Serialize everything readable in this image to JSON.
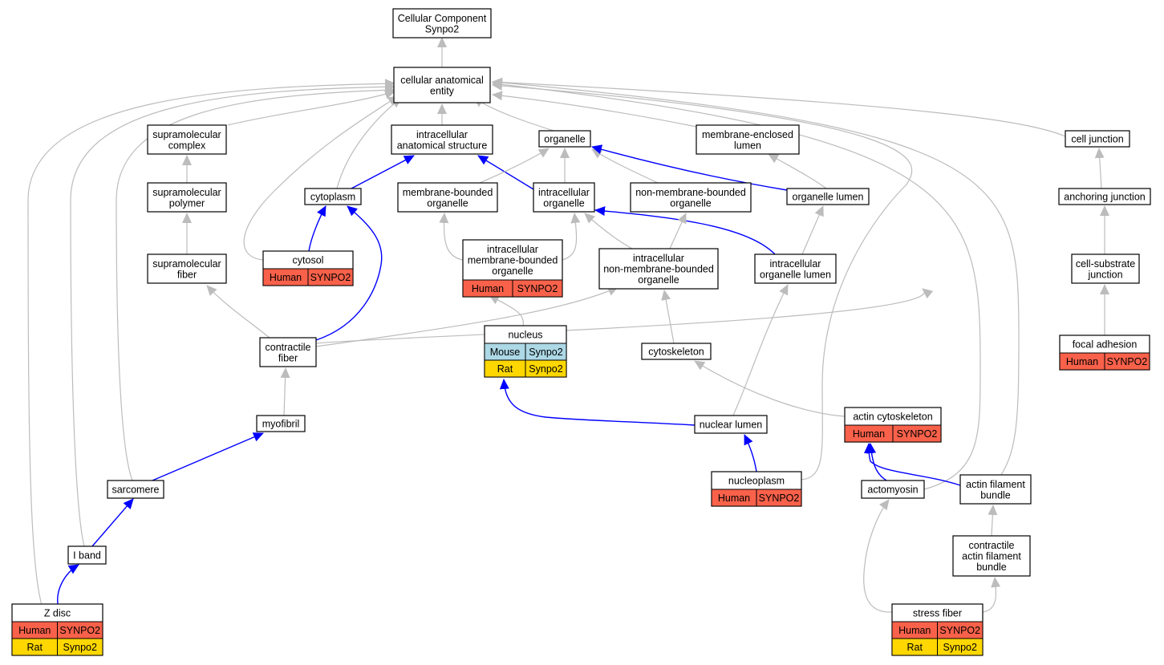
{
  "colors": {
    "gray_edge": "#bcbcbc",
    "blue_edge": "#0000ff",
    "human": "#f9614a",
    "mouse": "#add8e6",
    "rat": "#ffd700",
    "node_border": "#000000",
    "node_fill": "#ffffff"
  },
  "nodes": [
    {
      "id": "root",
      "lines": [
        "Cellular Component",
        "Synpo2"
      ],
      "annotations": []
    },
    {
      "id": "cae",
      "lines": [
        "cellular anatomical",
        "entity"
      ],
      "annotations": []
    },
    {
      "id": "supcomplex",
      "lines": [
        "supramolecular",
        "complex"
      ],
      "annotations": []
    },
    {
      "id": "ias",
      "lines": [
        "intracellular",
        "anatomical structure"
      ],
      "annotations": []
    },
    {
      "id": "organelle",
      "lines": [
        "organelle"
      ],
      "annotations": []
    },
    {
      "id": "mel",
      "lines": [
        "membrane-enclosed",
        "lumen"
      ],
      "annotations": []
    },
    {
      "id": "celljunction",
      "lines": [
        "cell junction"
      ],
      "annotations": []
    },
    {
      "id": "suppolymer",
      "lines": [
        "supramolecular",
        "polymer"
      ],
      "annotations": []
    },
    {
      "id": "cytoplasm",
      "lines": [
        "cytoplasm"
      ],
      "annotations": []
    },
    {
      "id": "mbo",
      "lines": [
        "membrane-bounded",
        "organelle"
      ],
      "annotations": []
    },
    {
      "id": "io",
      "lines": [
        "intracellular",
        "organelle"
      ],
      "annotations": []
    },
    {
      "id": "nmbo",
      "lines": [
        "non-membrane-bounded",
        "organelle"
      ],
      "annotations": []
    },
    {
      "id": "orglumen",
      "lines": [
        "organelle lumen"
      ],
      "annotations": []
    },
    {
      "id": "anchjunction",
      "lines": [
        "anchoring junction"
      ],
      "annotations": []
    },
    {
      "id": "supfiber",
      "lines": [
        "supramolecular",
        "fiber"
      ],
      "annotations": []
    },
    {
      "id": "cytosol",
      "lines": [
        "cytosol"
      ],
      "annotations": [
        [
          {
            "species": "Human",
            "gene": "SYNPO2",
            "color": "human"
          }
        ]
      ]
    },
    {
      "id": "imbo",
      "lines": [
        "intracellular",
        "membrane-bounded",
        "organelle"
      ],
      "annotations": [
        [
          {
            "species": "Human",
            "gene": "SYNPO2",
            "color": "human"
          }
        ]
      ]
    },
    {
      "id": "inmbo",
      "lines": [
        "intracellular",
        "non-membrane-bounded",
        "organelle"
      ],
      "annotations": []
    },
    {
      "id": "iol",
      "lines": [
        "intracellular",
        "organelle lumen"
      ],
      "annotations": []
    },
    {
      "id": "csj",
      "lines": [
        "cell-substrate",
        "junction"
      ],
      "annotations": []
    },
    {
      "id": "nucleus",
      "lines": [
        "nucleus"
      ],
      "annotations": [
        [
          {
            "species": "Mouse",
            "gene": "Synpo2",
            "color": "mouse"
          }
        ],
        [
          {
            "species": "Rat",
            "gene": "Synpo2",
            "color": "rat"
          }
        ]
      ]
    },
    {
      "id": "contractile",
      "lines": [
        "contractile",
        "fiber"
      ],
      "annotations": []
    },
    {
      "id": "cytoskeleton",
      "lines": [
        "cytoskeleton"
      ],
      "annotations": []
    },
    {
      "id": "focal",
      "lines": [
        "focal adhesion"
      ],
      "annotations": [
        [
          {
            "species": "Human",
            "gene": "SYNPO2",
            "color": "human"
          }
        ]
      ]
    },
    {
      "id": "myofibril",
      "lines": [
        "myofibril"
      ],
      "annotations": []
    },
    {
      "id": "nuclumen",
      "lines": [
        "nuclear lumen"
      ],
      "annotations": []
    },
    {
      "id": "actincyto",
      "lines": [
        "actin cytoskeleton"
      ],
      "annotations": [
        [
          {
            "species": "Human",
            "gene": "SYNPO2",
            "color": "human"
          }
        ]
      ]
    },
    {
      "id": "sarcomere",
      "lines": [
        "sarcomere"
      ],
      "annotations": []
    },
    {
      "id": "nucleoplasm",
      "lines": [
        "nucleoplasm"
      ],
      "annotations": [
        [
          {
            "species": "Human",
            "gene": "SYNPO2",
            "color": "human"
          }
        ]
      ]
    },
    {
      "id": "actomyosin",
      "lines": [
        "actomyosin"
      ],
      "annotations": []
    },
    {
      "id": "afb",
      "lines": [
        "actin filament",
        "bundle"
      ],
      "annotations": []
    },
    {
      "id": "iband",
      "lines": [
        "I band"
      ],
      "annotations": []
    },
    {
      "id": "cafb",
      "lines": [
        "contractile",
        "actin filament",
        "bundle"
      ],
      "annotations": []
    },
    {
      "id": "zdisc",
      "lines": [
        "Z disc"
      ],
      "annotations": [
        [
          {
            "species": "Human",
            "gene": "SYNPO2",
            "color": "human"
          }
        ],
        [
          {
            "species": "Rat",
            "gene": "Synpo2",
            "color": "rat"
          }
        ]
      ]
    },
    {
      "id": "stress",
      "lines": [
        "stress fiber"
      ],
      "annotations": [
        [
          {
            "species": "Human",
            "gene": "SYNPO2",
            "color": "human"
          }
        ],
        [
          {
            "species": "Rat",
            "gene": "Synpo2",
            "color": "rat"
          }
        ]
      ]
    }
  ]
}
